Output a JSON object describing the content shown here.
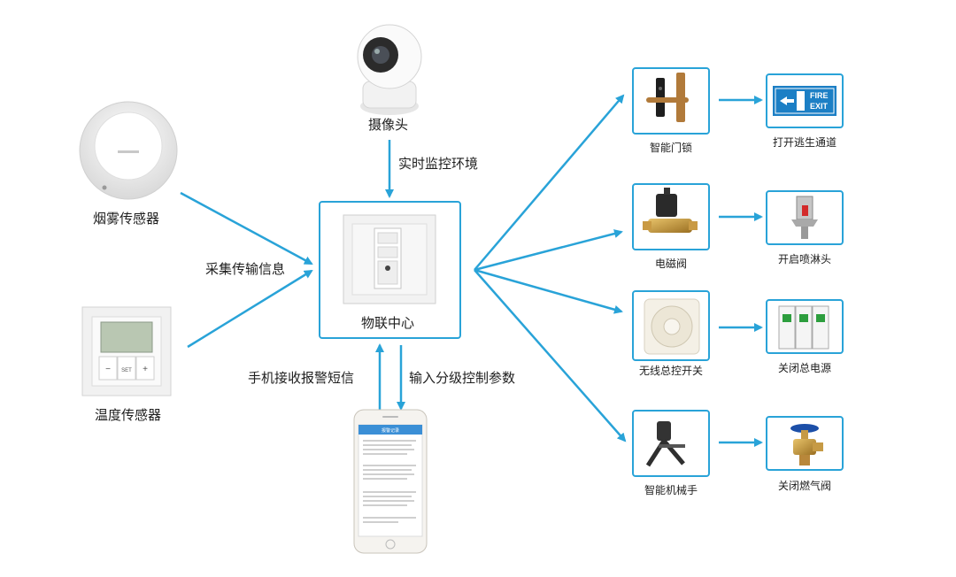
{
  "center": {
    "label": "物联中心"
  },
  "inputs": {
    "camera": {
      "label": "摄像头"
    },
    "smoke_sensor": {
      "label": "烟雾传感器"
    },
    "temp_sensor": {
      "label": "温度传感器",
      "display_left": "SET",
      "display_minus": "−",
      "display_plus": "+"
    },
    "phone": {
      "header_title": "报警记录"
    }
  },
  "flows": {
    "monitor": "实时监控环境",
    "collect": "采集传输信息",
    "receive_sms": "手机接收报警短信",
    "input_params": "输入分级控制参数"
  },
  "devices": [
    {
      "label": "智能门锁",
      "action": "打开逃生通道",
      "sign_top": "FIRE",
      "sign_bottom": "EXIT"
    },
    {
      "label": "电磁阀",
      "action": "开启喷淋头"
    },
    {
      "label": "无线总控开关",
      "action": "关闭总电源"
    },
    {
      "label": "智能机械手",
      "action": "关闭燃气阀"
    }
  ],
  "colors": {
    "accent": "#29a3d8"
  }
}
